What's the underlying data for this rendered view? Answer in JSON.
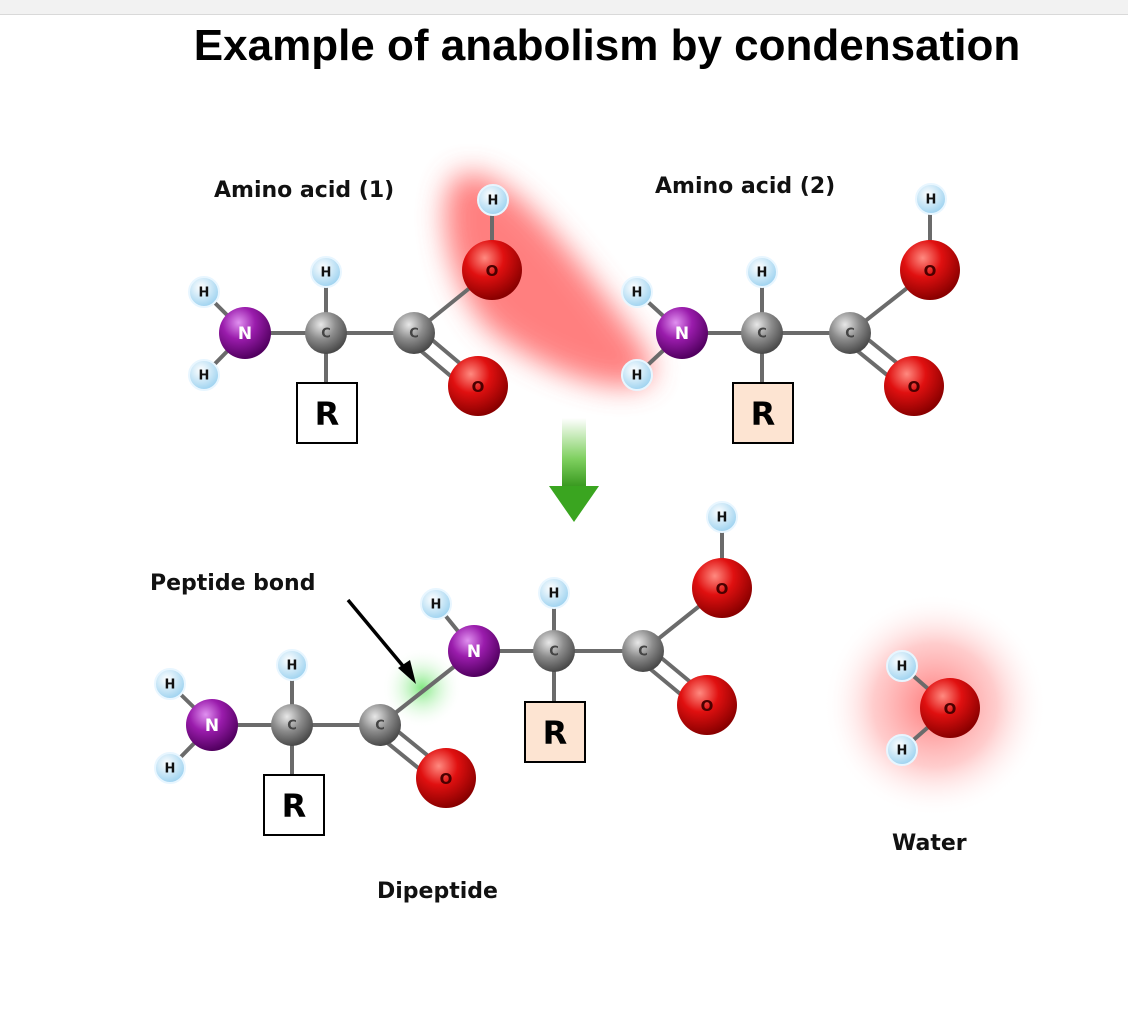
{
  "title": "Example of anabolism by condensation",
  "labels": {
    "amino_acid_1": "Amino acid (1)",
    "amino_acid_2": "Amino acid (2)",
    "peptide_bond": "Peptide bond",
    "dipeptide": "Dipeptide",
    "water": "Water"
  },
  "atoms": {
    "hydrogen": "H",
    "oxygen": "O",
    "nitrogen": "N",
    "carbon": "C",
    "r_group": "R"
  },
  "colors": {
    "hydrogen": "#bfe6fa",
    "oxygen": "#e00000",
    "nitrogen": "#a020b0",
    "carbon": "#8a8a8a",
    "highlight_red": "#ff5050",
    "highlight_green": "#60e060",
    "arrow": "#4caf30",
    "r_box_1": "#ffffff",
    "r_box_2": "#fde4d2"
  }
}
